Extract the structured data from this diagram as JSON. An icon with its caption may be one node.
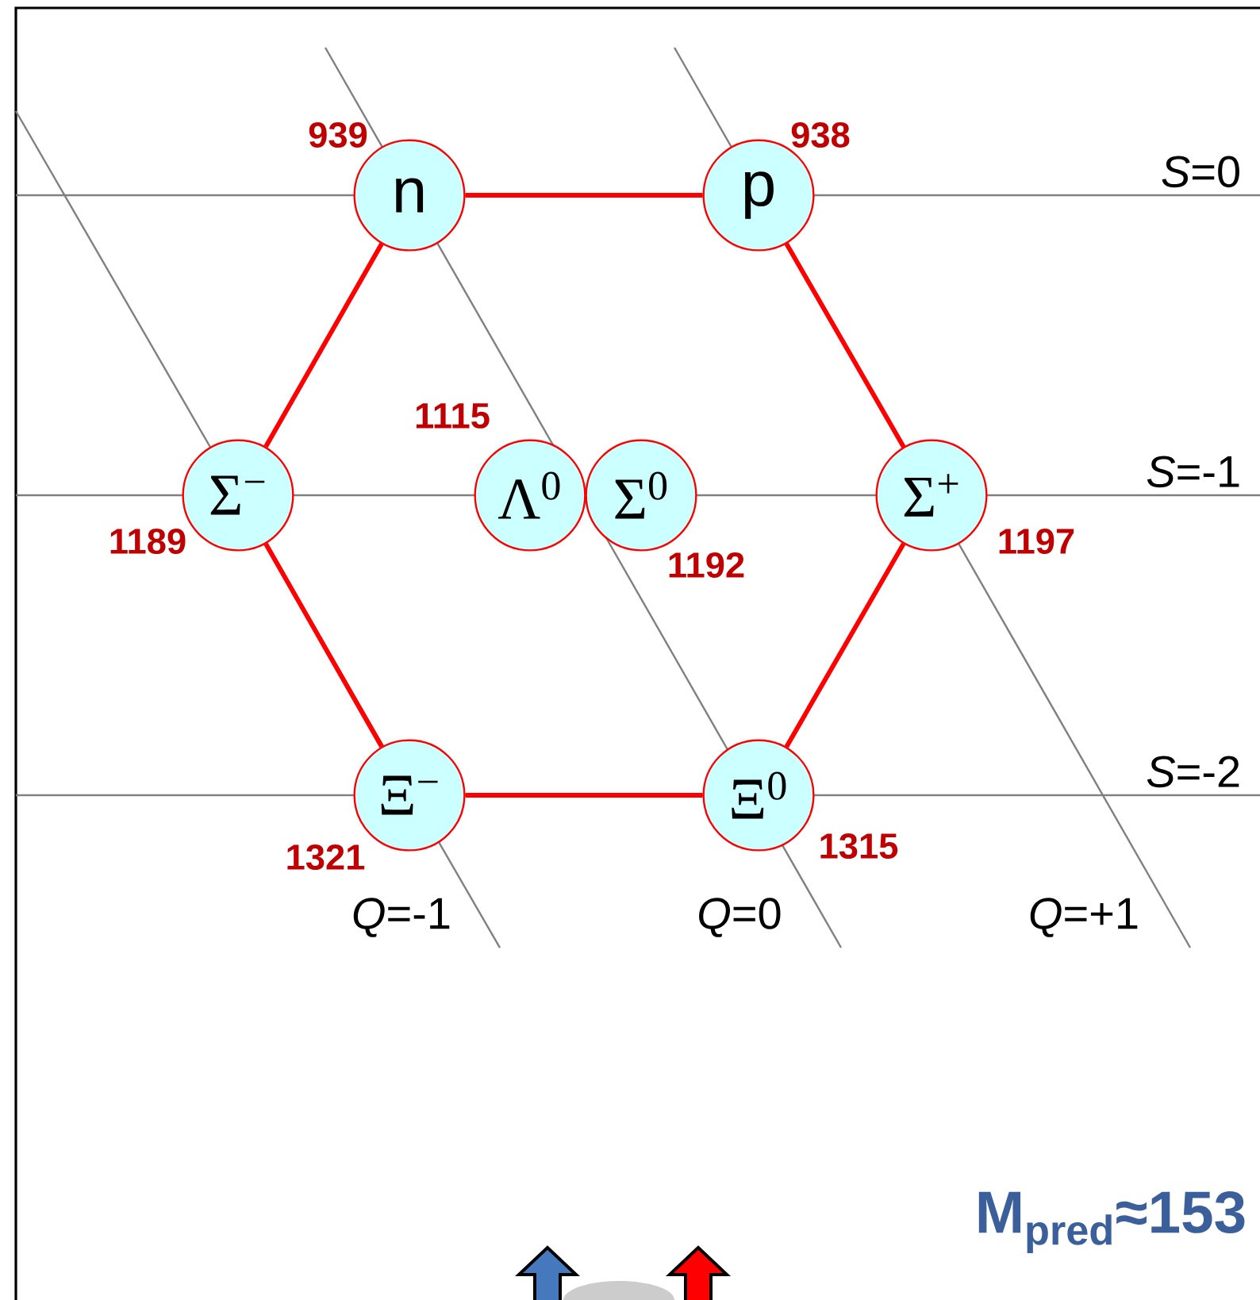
{
  "diagram": {
    "nodes": [
      {
        "text": [
          "n"
        ],
        "beside": [
          "939"
        ]
      },
      {
        "text": [
          "p"
        ],
        "beside": [
          "938"
        ]
      },
      {
        "text": [
          "Σ$^{−}$"
        ],
        "beside": [
          "1189"
        ]
      },
      {
        "text": [
          "Λ$^{0}$"
        ],
        "beside": [
          "1115"
        ]
      },
      {
        "text": [
          "Σ$^{0}$"
        ],
        "beside": [
          "1192"
        ]
      },
      {
        "text": [
          "Σ$^{+}$"
        ],
        "beside": [
          "1197"
        ]
      },
      {
        "text": [
          "Ξ$^{−}$"
        ],
        "beside": [
          "1321"
        ]
      },
      {
        "text": [
          "Ξ$^{0}$"
        ],
        "beside": [
          "1315"
        ]
      }
    ],
    "edges": [
      {
        "from": 0,
        "to": 1,
        "arrow": "none"
      },
      {
        "from": 1,
        "to": 5,
        "arrow": "none"
      },
      {
        "from": 5,
        "to": 7,
        "arrow": "none"
      },
      {
        "from": 7,
        "to": 6,
        "arrow": "none"
      },
      {
        "from": 6,
        "to": 2,
        "arrow": "none"
      },
      {
        "from": 2,
        "to": 0,
        "arrow": "none"
      }
    ],
    "labels": [
      "*S*=0",
      "*S*=-1",
      "*S*=-2",
      "*Q*=-1",
      "*Q*=0",
      "*Q*=+1",
      "M$_{pred}$≈153"
    ]
  }
}
